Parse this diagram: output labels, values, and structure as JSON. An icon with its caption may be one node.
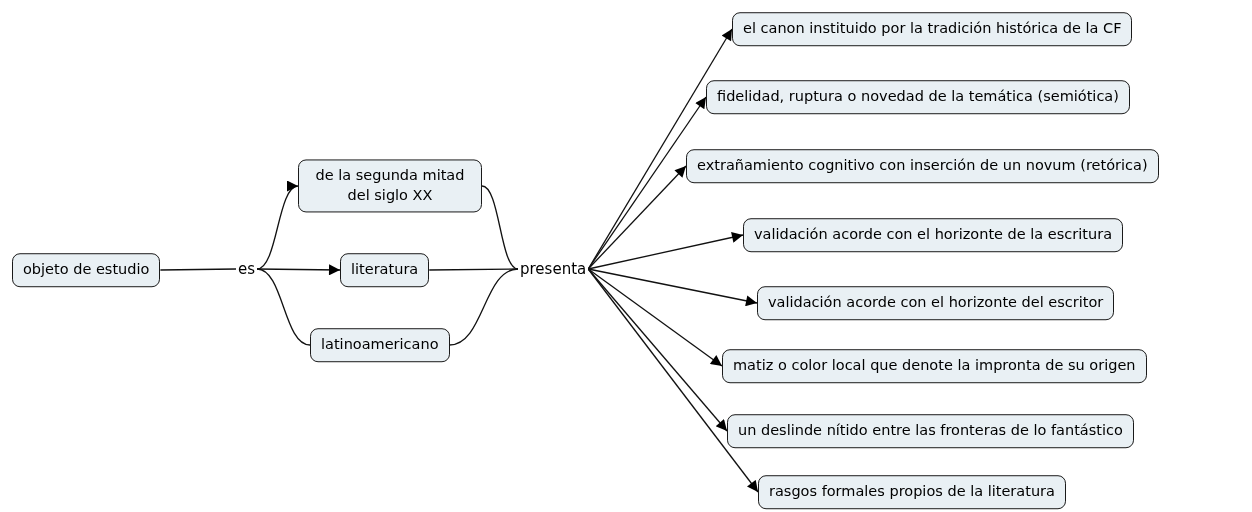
{
  "diagram": {
    "nodes": [
      {
        "text": [
          "objeto de estudio"
        ]
      },
      {
        "text": [
          "es"
        ]
      },
      {
        "text": [
          "de la segunda mitad del siglo XX"
        ]
      },
      {
        "text": [
          "literatura"
        ]
      },
      {
        "text": [
          "latinoamericano"
        ]
      },
      {
        "text": [
          "presenta"
        ]
      },
      {
        "text": [
          "el canon instituido por la tradición histórica de la CF"
        ]
      },
      {
        "text": [
          "fidelidad, ruptura o novedad de la temática (semiótica)"
        ]
      },
      {
        "text": [
          "extrañamiento cognitivo con inserción de un novum (retórica)"
        ]
      },
      {
        "text": [
          "validación acorde con el horizonte de la escritura"
        ]
      },
      {
        "text": [
          "validación acorde con el horizonte del escritor"
        ]
      },
      {
        "text": [
          "matiz o color local que denote la impronta de su origen"
        ]
      },
      {
        "text": [
          "un deslinde nítido entre las fronteras de lo fantástico"
        ]
      },
      {
        "text": [
          "rasgos formales propios de la literatura"
        ]
      }
    ],
    "edges": [
      {
        "from": 0,
        "to": 1,
        "arrow": "none"
      },
      {
        "from": 1,
        "to": 2,
        "arrow": "to"
      },
      {
        "from": 1,
        "to": 3,
        "arrow": "to"
      },
      {
        "from": 1,
        "to": 4,
        "arrow": "none"
      },
      {
        "from": 2,
        "to": 5,
        "arrow": "none"
      },
      {
        "from": 3,
        "to": 5,
        "arrow": "none"
      },
      {
        "from": 4,
        "to": 5,
        "arrow": "none"
      },
      {
        "from": 5,
        "to": 6,
        "arrow": "to"
      },
      {
        "from": 5,
        "to": 7,
        "arrow": "to"
      },
      {
        "from": 5,
        "to": 8,
        "arrow": "to"
      },
      {
        "from": 5,
        "to": 9,
        "arrow": "to"
      },
      {
        "from": 5,
        "to": 10,
        "arrow": "to"
      },
      {
        "from": 5,
        "to": 11,
        "arrow": "to"
      },
      {
        "from": 5,
        "to": 12,
        "arrow": "to"
      },
      {
        "from": 5,
        "to": 13,
        "arrow": "to"
      }
    ]
  }
}
